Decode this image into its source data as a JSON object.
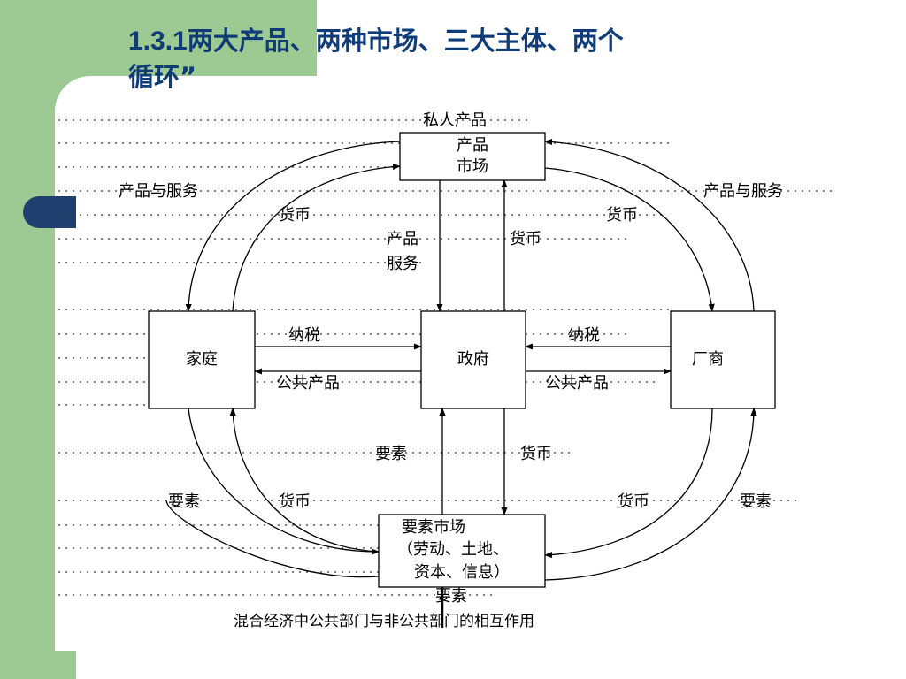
{
  "slide": {
    "title_number": "1.3.1",
    "title_line1": "两大产品、两种市场、三大主体、两个",
    "title_line2": "循环”",
    "accent_colors": {
      "green": "#9dc993",
      "navy": "#1f3f6e",
      "title": "#0f3b78"
    }
  },
  "diagram": {
    "nodes": {
      "product_market": [
        "产品",
        "市场"
      ],
      "household": "家庭",
      "government": "政府",
      "firm": "厂商",
      "factor_market": [
        "要素市场",
        "（劳动、土地、",
        "资本、信息）"
      ]
    },
    "labels": {
      "private_products": "私人产品",
      "goods_services_left": "产品与服务",
      "goods_services_right": "产品与服务",
      "money_left_top": "货币",
      "money_right_top": "货币",
      "product_service_1": "产品",
      "product_service_2": "服务",
      "money_gov_top": "货币",
      "tax_left": "纳税",
      "tax_right": "纳税",
      "public_goods_left": "公共产品",
      "public_goods_right": "公共产品",
      "factors_gov": "要素",
      "money_gov_bottom": "货币",
      "factors_left": "要素",
      "money_left_bottom": "货币",
      "money_right_bottom": "货币",
      "factors_right": "要素",
      "factors_bottom": "要素"
    },
    "caption": "混合经济中公共部门与非公共部门的相互作用"
  }
}
